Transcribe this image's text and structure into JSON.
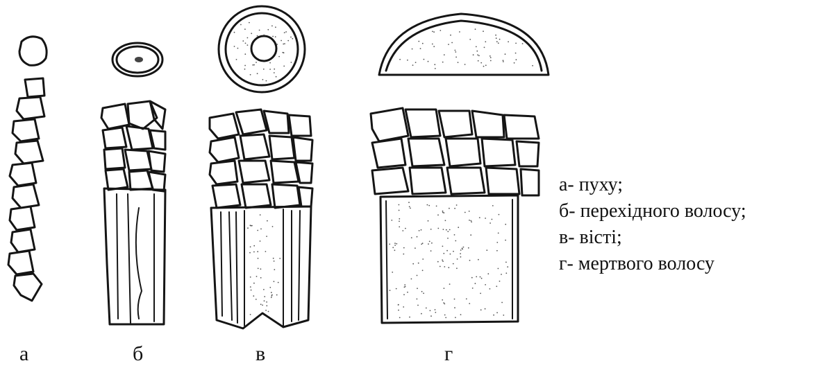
{
  "figure": {
    "labels": {
      "a": "а",
      "b": "б",
      "v": "в",
      "g": "г"
    },
    "legend": [
      "а- пуху;",
      "б- перехідного волосу;",
      "в- вісті;",
      "г- мертвого волосу"
    ]
  }
}
